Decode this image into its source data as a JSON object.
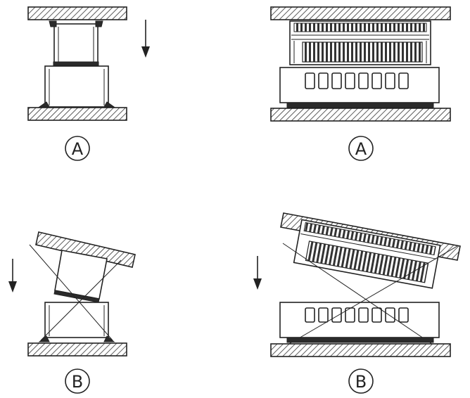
{
  "panels": [
    {
      "id": "top-left",
      "label": "A"
    },
    {
      "id": "top-right",
      "label": "A"
    },
    {
      "id": "bottom-left",
      "label": "B"
    },
    {
      "id": "bottom-right",
      "label": "B"
    }
  ]
}
